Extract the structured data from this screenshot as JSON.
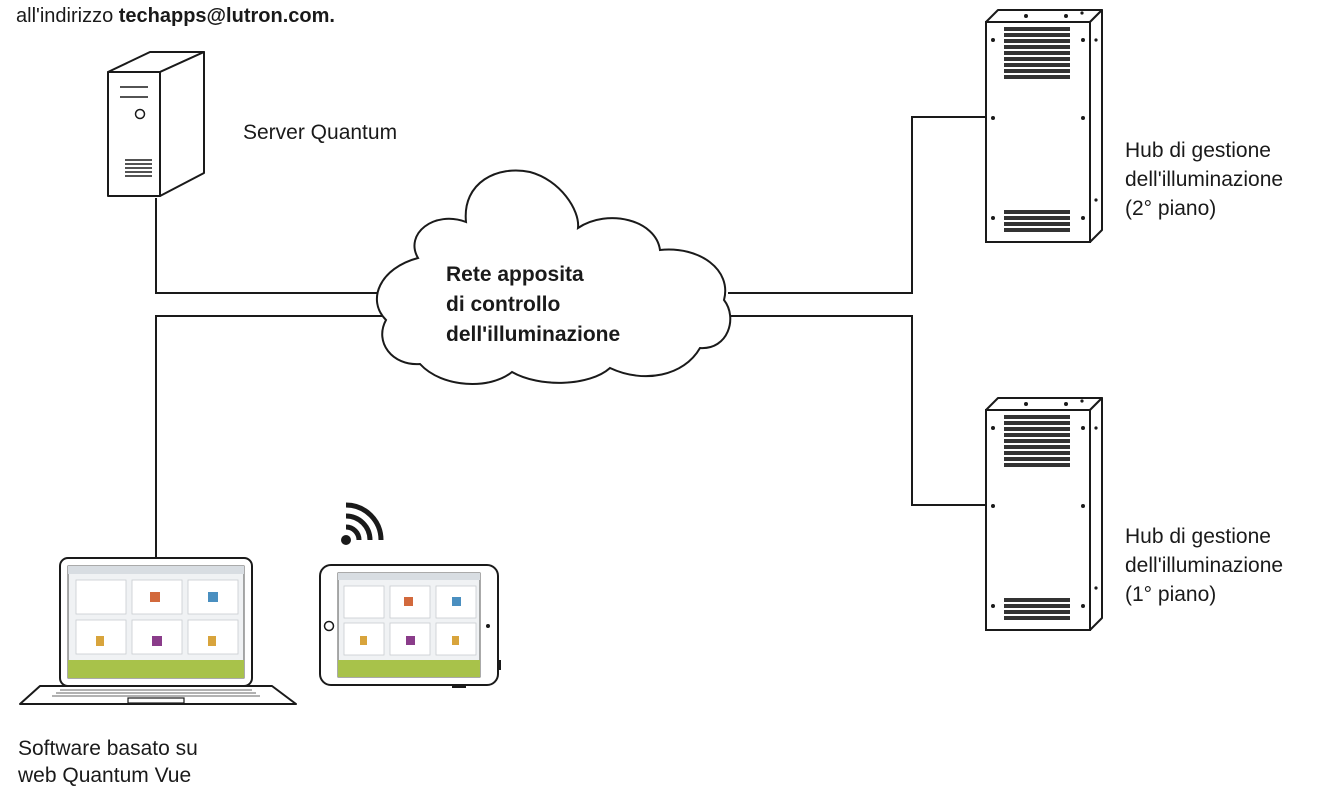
{
  "intro": {
    "prefix": "all'indirizzo ",
    "email": "techapps@lutron.com."
  },
  "nodes": {
    "server": {
      "label": "Server Quantum",
      "icon": "server-tower-icon"
    },
    "network": {
      "line1": "Rete apposita",
      "line2": "di controllo",
      "line3": "dell'illuminazione",
      "icon": "cloud-icon"
    },
    "hub_2": {
      "line1": "Hub di gestione",
      "line2": "dell'illuminazione",
      "line3": "(2° piano)",
      "icon": "lighting-hub-icon"
    },
    "hub_1": {
      "line1": "Hub di gestione",
      "line2": "dell'illuminazione",
      "line3": "(1° piano)",
      "icon": "lighting-hub-icon"
    },
    "software": {
      "line1": "Software basato su",
      "line2": "web Quantum Vue",
      "icons": [
        "laptop-icon",
        "tablet-icon",
        "wifi-icon"
      ]
    }
  },
  "colors": {
    "line": "#1a1a1a",
    "device_fill": "#ffffff",
    "screen_grass": "#a8c24a",
    "screen_sky": "#f0f2f4"
  }
}
